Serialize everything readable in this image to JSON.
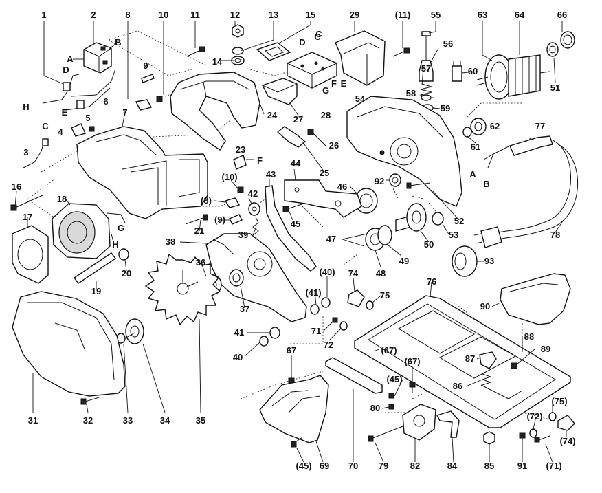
{
  "labels": [
    "1",
    "2",
    "A",
    "B",
    "D",
    "8",
    "10",
    "11",
    "12",
    "13",
    "15",
    "29",
    "(11)",
    "55",
    "63",
    "64",
    "66",
    "14",
    "C",
    "D",
    "C",
    "56",
    "9",
    "H",
    "E",
    "6",
    "G",
    "F",
    "E",
    "57",
    "60",
    "51",
    "28",
    "54",
    "58",
    "59",
    "7",
    "24",
    "27",
    "62",
    "C",
    "4",
    "5",
    "26",
    "61",
    "77",
    "3",
    "23",
    "25",
    "43",
    "44",
    "92",
    "A",
    "B",
    "(10)",
    "F",
    "16",
    "18",
    "42",
    "(8)",
    "46",
    "45",
    "17",
    "G",
    "(9)",
    "21",
    "52",
    "H",
    "39",
    "47",
    "38",
    "53",
    "36",
    "50",
    "20",
    "48",
    "49",
    "78",
    "(40)",
    "74",
    "75",
    "76",
    "93",
    "19",
    "(41)",
    "37",
    "90",
    "71",
    "72",
    "31",
    "41",
    "88",
    "40",
    "33",
    "32",
    "34",
    "35",
    "(67)",
    "89",
    "67",
    "(67)",
    "87",
    "86",
    "(45)",
    "80",
    "(75)",
    "(72)",
    "(74)",
    "(45)",
    "69",
    "70",
    "79",
    "82",
    "84",
    "85",
    "91",
    "(71)"
  ]
}
